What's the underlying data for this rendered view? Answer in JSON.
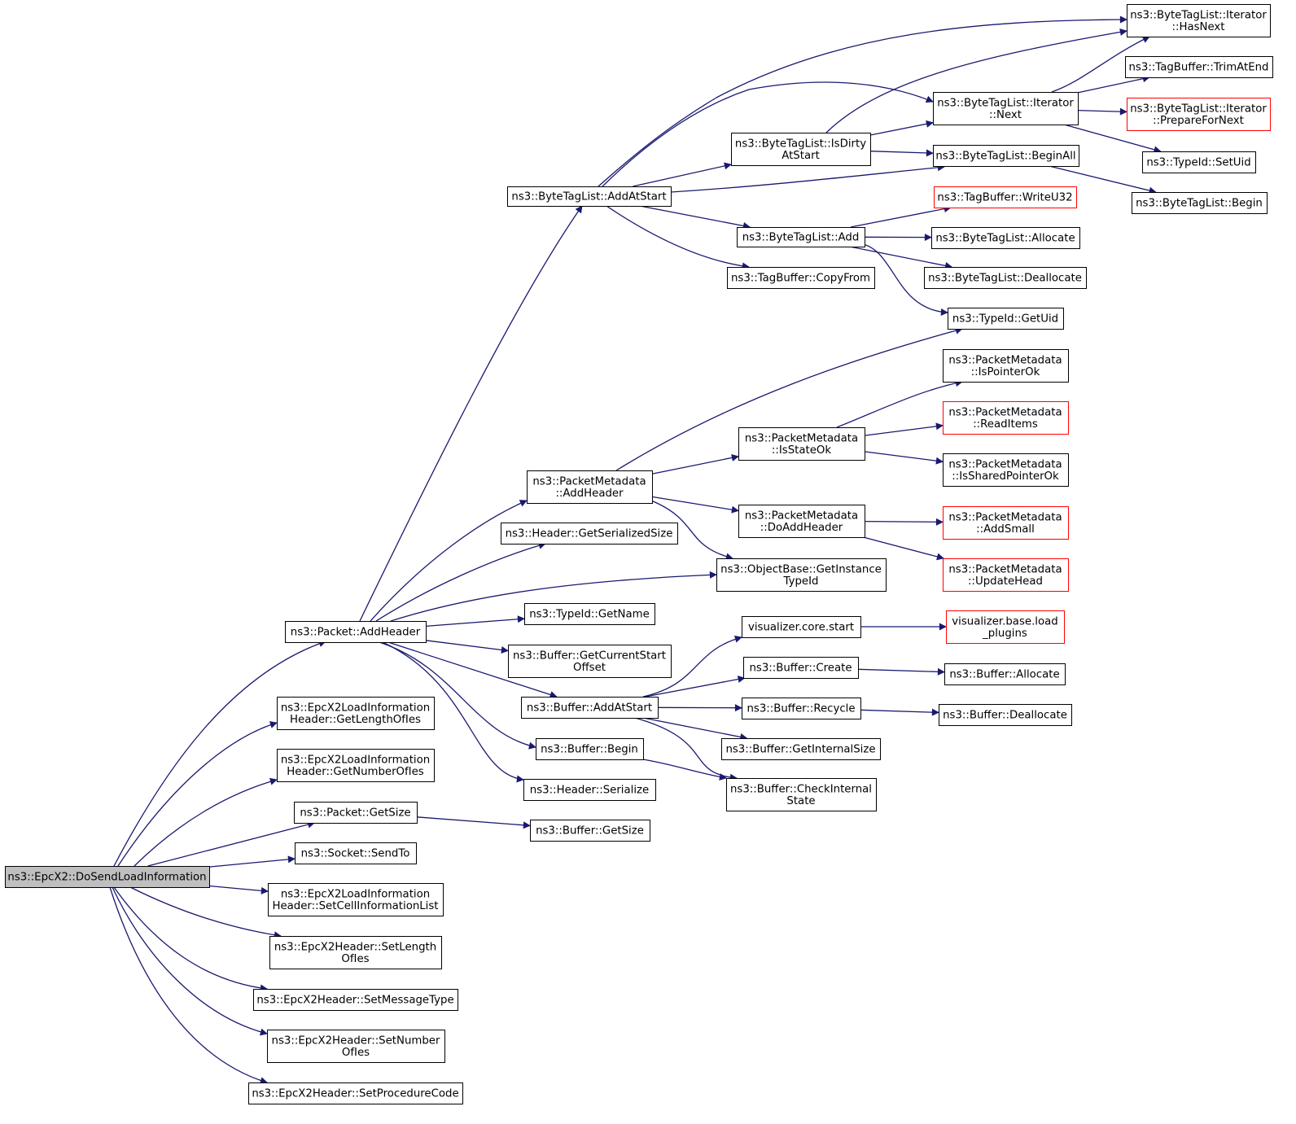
{
  "graph": {
    "title": "ns3::EpcX2::DoSendLoadInformation",
    "colors": {
      "edge": "#191970",
      "box_border": "#000000",
      "box_border_incomplete": "#ff0000",
      "root_fill": "#bfbfbf",
      "box_fill": "#ffffff"
    },
    "nodes": [
      {
        "id": "root",
        "lines": [
          "ns3::EpcX2::DoSendLoadInformation"
        ],
        "style": "root"
      },
      {
        "id": "packet_addheader",
        "lines": [
          "ns3::Packet::AddHeader"
        ],
        "style": "normal"
      },
      {
        "id": "loadinfo_getlength",
        "lines": [
          "ns3::EpcX2LoadInformation",
          "Header::GetLengthOfIes"
        ],
        "style": "normal"
      },
      {
        "id": "loadinfo_getnumber",
        "lines": [
          "ns3::EpcX2LoadInformation",
          "Header::GetNumberOfIes"
        ],
        "style": "normal"
      },
      {
        "id": "packet_getsize",
        "lines": [
          "ns3::Packet::GetSize"
        ],
        "style": "normal"
      },
      {
        "id": "socket_sendto",
        "lines": [
          "ns3::Socket::SendTo"
        ],
        "style": "normal"
      },
      {
        "id": "loadinfo_setcell",
        "lines": [
          "ns3::EpcX2LoadInformation",
          "Header::SetCellInformationList"
        ],
        "style": "normal"
      },
      {
        "id": "x2h_setlength",
        "lines": [
          "ns3::EpcX2Header::SetLength",
          "OfIes"
        ],
        "style": "normal"
      },
      {
        "id": "x2h_setmsgtype",
        "lines": [
          "ns3::EpcX2Header::SetMessageType"
        ],
        "style": "normal"
      },
      {
        "id": "x2h_setnumber",
        "lines": [
          "ns3::EpcX2Header::SetNumber",
          "OfIes"
        ],
        "style": "normal"
      },
      {
        "id": "x2h_setproc",
        "lines": [
          "ns3::EpcX2Header::SetProcedureCode"
        ],
        "style": "normal"
      },
      {
        "id": "btl_addatstart",
        "lines": [
          "ns3::ByteTagList::AddAtStart"
        ],
        "style": "normal"
      },
      {
        "id": "pm_addheader",
        "lines": [
          "ns3::PacketMetadata",
          "::AddHeader"
        ],
        "style": "normal"
      },
      {
        "id": "hdr_getsersize",
        "lines": [
          "ns3::Header::GetSerializedSize"
        ],
        "style": "normal"
      },
      {
        "id": "typeid_getname",
        "lines": [
          "ns3::TypeId::GetName"
        ],
        "style": "normal"
      },
      {
        "id": "buf_getcurstart",
        "lines": [
          "ns3::Buffer::GetCurrentStart",
          "Offset"
        ],
        "style": "normal"
      },
      {
        "id": "buf_addatstart",
        "lines": [
          "ns3::Buffer::AddAtStart"
        ],
        "style": "normal"
      },
      {
        "id": "buf_begin",
        "lines": [
          "ns3::Buffer::Begin"
        ],
        "style": "normal"
      },
      {
        "id": "hdr_serialize",
        "lines": [
          "ns3::Header::Serialize"
        ],
        "style": "normal"
      },
      {
        "id": "buf_getsize",
        "lines": [
          "ns3::Buffer::GetSize"
        ],
        "style": "normal"
      },
      {
        "id": "btl_isdirty",
        "lines": [
          "ns3::ByteTagList::IsDirty",
          "AtStart"
        ],
        "style": "normal"
      },
      {
        "id": "btl_add",
        "lines": [
          "ns3::ByteTagList::Add"
        ],
        "style": "normal"
      },
      {
        "id": "tb_copyfrom",
        "lines": [
          "ns3::TagBuffer::CopyFrom"
        ],
        "style": "normal"
      },
      {
        "id": "pm_isstateok",
        "lines": [
          "ns3::PacketMetadata",
          "::IsStateOk"
        ],
        "style": "normal"
      },
      {
        "id": "pm_doaddheader",
        "lines": [
          "ns3::PacketMetadata",
          "::DoAddHeader"
        ],
        "style": "normal"
      },
      {
        "id": "ob_getinstance",
        "lines": [
          "ns3::ObjectBase::GetInstance",
          "TypeId"
        ],
        "style": "normal"
      },
      {
        "id": "viz_core_start",
        "lines": [
          "visualizer.core.start"
        ],
        "style": "normal"
      },
      {
        "id": "buf_create",
        "lines": [
          "ns3::Buffer::Create"
        ],
        "style": "normal"
      },
      {
        "id": "buf_recycle",
        "lines": [
          "ns3::Buffer::Recycle"
        ],
        "style": "normal"
      },
      {
        "id": "buf_getinternal",
        "lines": [
          "ns3::Buffer::GetInternalSize"
        ],
        "style": "normal"
      },
      {
        "id": "buf_checkinternal",
        "lines": [
          "ns3::Buffer::CheckInternal",
          "State"
        ],
        "style": "normal"
      },
      {
        "id": "btl_it_hasnext",
        "lines": [
          "ns3::ByteTagList::Iterator",
          "::HasNext"
        ],
        "style": "normal"
      },
      {
        "id": "tb_trimatend",
        "lines": [
          "ns3::TagBuffer::TrimAtEnd"
        ],
        "style": "normal"
      },
      {
        "id": "btl_it_next",
        "lines": [
          "ns3::ByteTagList::Iterator",
          "::Next"
        ],
        "style": "normal"
      },
      {
        "id": "btl_it_prepare",
        "lines": [
          "ns3::ByteTagList::Iterator",
          "::PrepareForNext"
        ],
        "style": "incomplete"
      },
      {
        "id": "typeid_setuid",
        "lines": [
          "ns3::TypeId::SetUid"
        ],
        "style": "normal"
      },
      {
        "id": "btl_beginall",
        "lines": [
          "ns3::ByteTagList::BeginAll"
        ],
        "style": "normal"
      },
      {
        "id": "btl_begin",
        "lines": [
          "ns3::ByteTagList::Begin"
        ],
        "style": "normal"
      },
      {
        "id": "tb_writeu32",
        "lines": [
          "ns3::TagBuffer::WriteU32"
        ],
        "style": "incomplete"
      },
      {
        "id": "btl_allocate",
        "lines": [
          "ns3::ByteTagList::Allocate"
        ],
        "style": "normal"
      },
      {
        "id": "btl_deallocate",
        "lines": [
          "ns3::ByteTagList::Deallocate"
        ],
        "style": "normal"
      },
      {
        "id": "typeid_getuid",
        "lines": [
          "ns3::TypeId::GetUid"
        ],
        "style": "normal"
      },
      {
        "id": "pm_ispointerok",
        "lines": [
          "ns3::PacketMetadata",
          "::IsPointerOk"
        ],
        "style": "normal"
      },
      {
        "id": "pm_readitems",
        "lines": [
          "ns3::PacketMetadata",
          "::ReadItems"
        ],
        "style": "incomplete"
      },
      {
        "id": "pm_issharedptr",
        "lines": [
          "ns3::PacketMetadata",
          "::IsSharedPointerOk"
        ],
        "style": "normal"
      },
      {
        "id": "pm_addsmall",
        "lines": [
          "ns3::PacketMetadata",
          "::AddSmall"
        ],
        "style": "incomplete"
      },
      {
        "id": "pm_updatehead",
        "lines": [
          "ns3::PacketMetadata",
          "::UpdateHead"
        ],
        "style": "incomplete"
      },
      {
        "id": "viz_load_plugins",
        "lines": [
          "visualizer.base.load",
          "_plugins"
        ],
        "style": "incomplete"
      },
      {
        "id": "buf_allocate",
        "lines": [
          "ns3::Buffer::Allocate"
        ],
        "style": "normal"
      },
      {
        "id": "buf_deallocate",
        "lines": [
          "ns3::Buffer::Deallocate"
        ],
        "style": "normal"
      }
    ],
    "edges": [
      [
        "root",
        "packet_addheader"
      ],
      [
        "root",
        "loadinfo_getlength"
      ],
      [
        "root",
        "loadinfo_getnumber"
      ],
      [
        "root",
        "packet_getsize"
      ],
      [
        "root",
        "socket_sendto"
      ],
      [
        "root",
        "loadinfo_setcell"
      ],
      [
        "root",
        "x2h_setlength"
      ],
      [
        "root",
        "x2h_setmsgtype"
      ],
      [
        "root",
        "x2h_setnumber"
      ],
      [
        "root",
        "x2h_setproc"
      ],
      [
        "packet_addheader",
        "btl_addatstart"
      ],
      [
        "packet_addheader",
        "pm_addheader"
      ],
      [
        "packet_addheader",
        "hdr_getsersize"
      ],
      [
        "packet_addheader",
        "ob_getinstance"
      ],
      [
        "packet_addheader",
        "typeid_getname"
      ],
      [
        "packet_addheader",
        "buf_getcurstart"
      ],
      [
        "packet_addheader",
        "buf_addatstart"
      ],
      [
        "packet_addheader",
        "buf_begin"
      ],
      [
        "packet_addheader",
        "hdr_serialize"
      ],
      [
        "packet_getsize",
        "buf_getsize"
      ],
      [
        "btl_addatstart",
        "btl_it_hasnext"
      ],
      [
        "btl_addatstart",
        "btl_it_next"
      ],
      [
        "btl_addatstart",
        "btl_isdirty"
      ],
      [
        "btl_addatstart",
        "btl_beginall"
      ],
      [
        "btl_addatstart",
        "btl_add"
      ],
      [
        "btl_addatstart",
        "tb_copyfrom"
      ],
      [
        "btl_isdirty",
        "btl_it_hasnext"
      ],
      [
        "btl_isdirty",
        "btl_it_next"
      ],
      [
        "btl_isdirty",
        "btl_beginall"
      ],
      [
        "btl_it_next",
        "btl_it_hasnext"
      ],
      [
        "btl_it_next",
        "tb_trimatend"
      ],
      [
        "btl_it_next",
        "btl_it_prepare"
      ],
      [
        "btl_it_next",
        "typeid_setuid"
      ],
      [
        "btl_beginall",
        "btl_begin"
      ],
      [
        "btl_add",
        "tb_writeu32"
      ],
      [
        "btl_add",
        "btl_allocate"
      ],
      [
        "btl_add",
        "btl_deallocate"
      ],
      [
        "btl_add",
        "typeid_getuid"
      ],
      [
        "pm_addheader",
        "typeid_getuid"
      ],
      [
        "pm_addheader",
        "pm_isstateok"
      ],
      [
        "pm_addheader",
        "pm_doaddheader"
      ],
      [
        "pm_addheader",
        "ob_getinstance"
      ],
      [
        "pm_isstateok",
        "pm_ispointerok"
      ],
      [
        "pm_isstateok",
        "pm_readitems"
      ],
      [
        "pm_isstateok",
        "pm_issharedptr"
      ],
      [
        "pm_doaddheader",
        "pm_addsmall"
      ],
      [
        "pm_doaddheader",
        "pm_updatehead"
      ],
      [
        "buf_addatstart",
        "viz_core_start"
      ],
      [
        "buf_addatstart",
        "buf_create"
      ],
      [
        "buf_addatstart",
        "buf_recycle"
      ],
      [
        "buf_addatstart",
        "buf_getinternal"
      ],
      [
        "buf_addatstart",
        "buf_checkinternal"
      ],
      [
        "buf_begin",
        "buf_checkinternal"
      ],
      [
        "viz_core_start",
        "viz_load_plugins"
      ],
      [
        "buf_create",
        "buf_allocate"
      ],
      [
        "buf_recycle",
        "buf_deallocate"
      ]
    ]
  }
}
